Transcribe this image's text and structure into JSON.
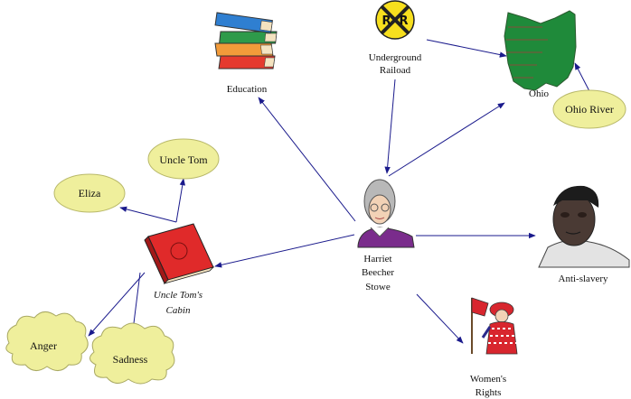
{
  "nodes": {
    "center": {
      "lines": [
        "Harriet",
        "Beecher",
        "Stowe"
      ]
    },
    "education": {
      "label": "Education"
    },
    "underground": {
      "lines": [
        "Underground",
        "Raiload"
      ]
    },
    "crossing_sign": {
      "text": "R  R"
    },
    "ohio": {
      "label": "Ohio"
    },
    "ohio_river": {
      "label": "Ohio River"
    },
    "anti_slavery": {
      "label": "Anti-slavery"
    },
    "womens_rights": {
      "lines": [
        "Women's",
        "Rights"
      ]
    },
    "cabin": {
      "lines": [
        "Uncle Tom's",
        "Cabin"
      ]
    },
    "uncle_tom": {
      "label": "Uncle Tom"
    },
    "eliza": {
      "label": "Eliza"
    },
    "anger": {
      "label": "Anger"
    },
    "sadness": {
      "label": "Sadness"
    }
  },
  "colors": {
    "edge": "#1a1a8c",
    "node_fill": "#efef9c",
    "book_red": "#e02a2a",
    "ohio_green": "#1f8a3a"
  }
}
